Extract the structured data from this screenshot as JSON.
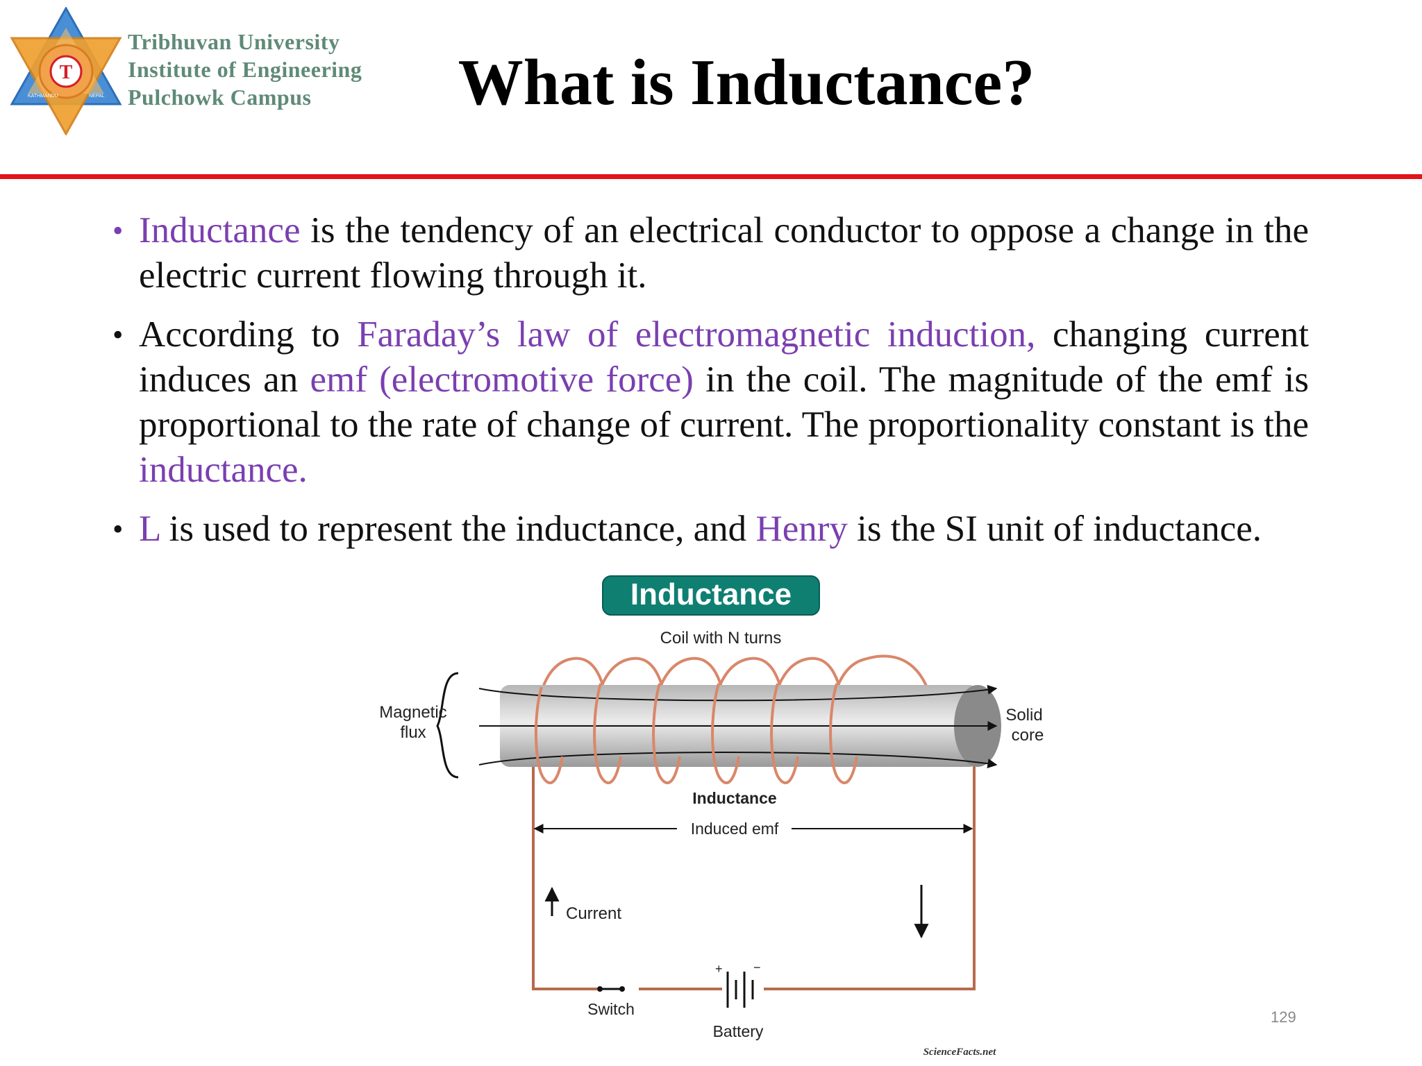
{
  "header": {
    "institution_lines": [
      "Tribhuvan University",
      "Institute of Engineering",
      "Pulchowk Campus"
    ],
    "logo_ring_text_left": "KATHMANDU",
    "logo_ring_text_right": "NEPAL",
    "logo_center_letter": "T",
    "title": "What is Inductance?"
  },
  "bullets": [
    {
      "segments": [
        {
          "text": "Inductance",
          "highlight": true
        },
        {
          "text": " is the tendency of an electrical conductor to oppose a change in the electric current flowing through it.",
          "highlight": false
        }
      ]
    },
    {
      "segments": [
        {
          "text": "According to ",
          "highlight": false
        },
        {
          "text": "Faraday’s law of electromagnetic induction,",
          "highlight": true
        },
        {
          "text": " changing current induces an ",
          "highlight": false
        },
        {
          "text": "emf (electromotive force)",
          "highlight": true
        },
        {
          "text": " in the coil. The magnitude of the emf is proportional to the rate of change of current. The proportionality constant is the ",
          "highlight": false
        },
        {
          "text": "inductance.",
          "highlight": true
        }
      ]
    },
    {
      "segments": [
        {
          "text": " L",
          "highlight": true
        },
        {
          "text": " is used to represent the inductance, and ",
          "highlight": false
        },
        {
          "text": "Henry",
          "highlight": true
        },
        {
          "text": " is the SI unit of inductance.",
          "highlight": false
        }
      ]
    }
  ],
  "diagram": {
    "badge": "Inductance",
    "coil_label": "Coil with N turns",
    "magnetic_flux_label": [
      "Magnetic",
      "flux"
    ],
    "solid_core_label": [
      "Solid",
      "core"
    ],
    "inductance_label": "Inductance",
    "induced_emf_label": "Induced emf",
    "current_label": "Current",
    "switch_label": "Switch",
    "battery_label": "Battery",
    "battery_plus": "+",
    "battery_minus": "−",
    "source_credit": "ScienceFacts.net"
  },
  "page_number": "129",
  "colors": {
    "accent_purple": "#7a3fb0",
    "rule_red": "#e3141a",
    "institution_green": "#5f8a78",
    "badge_teal": "#0f7f72",
    "coil_copper": "#d9876a",
    "wire_brown": "#b86a4e"
  }
}
